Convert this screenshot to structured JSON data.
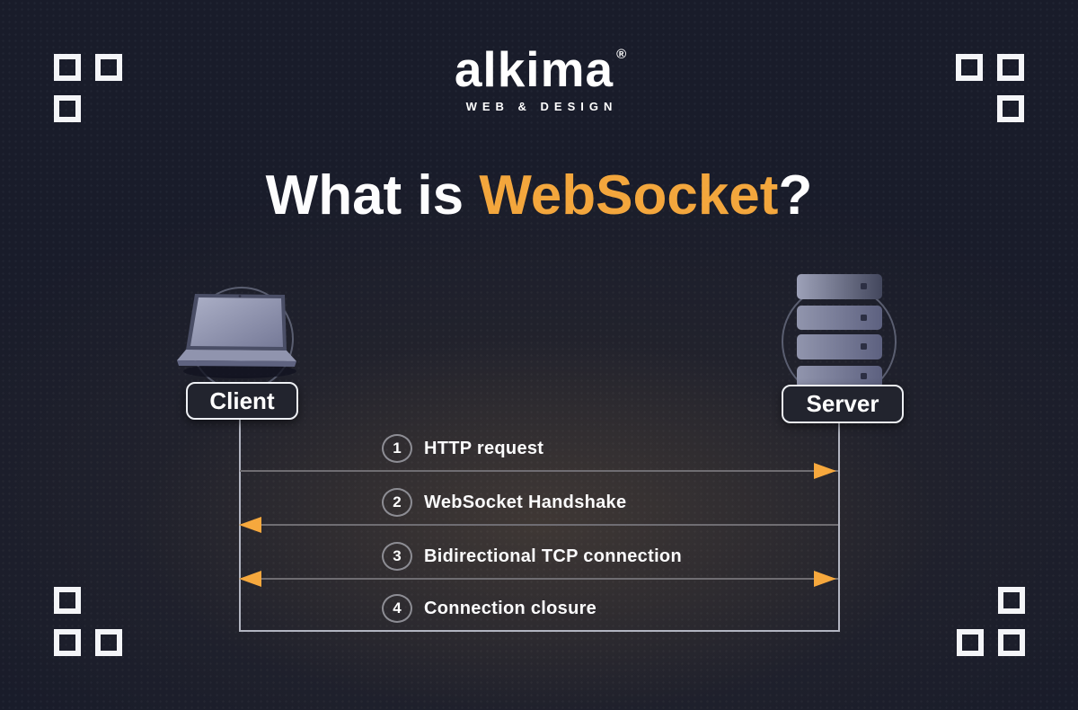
{
  "brand": {
    "name": "alkima",
    "registered": "®",
    "tagline": "WEB & DESIGN"
  },
  "title": {
    "prefix": "What is ",
    "highlight": "WebSocket",
    "suffix": "?"
  },
  "actors": {
    "client": "Client",
    "server": "Server"
  },
  "steps": [
    {
      "number": "1",
      "label": "HTTP request",
      "direction": "client-to-server"
    },
    {
      "number": "2",
      "label": "WebSocket Handshake",
      "direction": "server-to-client"
    },
    {
      "number": "3",
      "label": "Bidirectional TCP connection",
      "direction": "bidirectional"
    },
    {
      "number": "4",
      "label": "Connection closure",
      "direction": "none"
    }
  ],
  "colors": {
    "background": "#191c2a",
    "accent_orange": "#f5a83d",
    "text_white": "#ffffff",
    "message_line_gray": "#6f6d72",
    "lifeline_gray": "#b2b5c1",
    "pill_background": "#22242e"
  }
}
